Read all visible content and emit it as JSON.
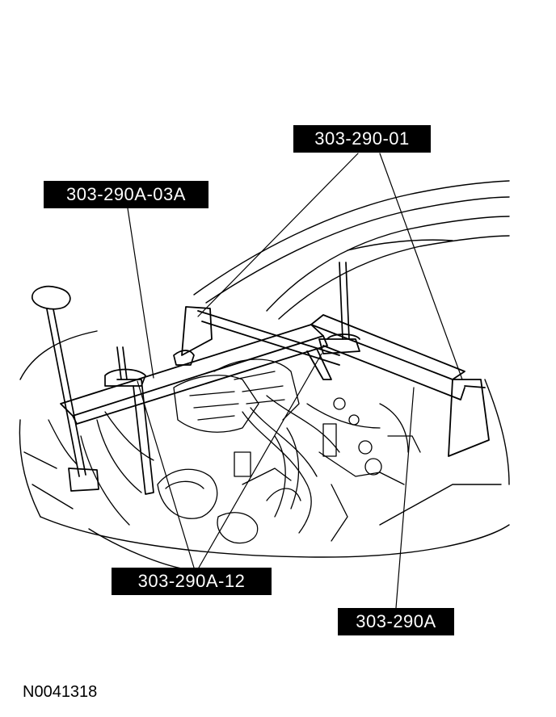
{
  "callouts": {
    "tool_303_290_01": "303-290-01",
    "tool_303_290A_03A": "303-290A-03A",
    "tool_303_290A_12": "303-290A-12",
    "tool_303_290A": "303-290A"
  },
  "figure_id": "N0041318",
  "colors": {
    "ink": "#000000",
    "paper": "#ffffff"
  }
}
